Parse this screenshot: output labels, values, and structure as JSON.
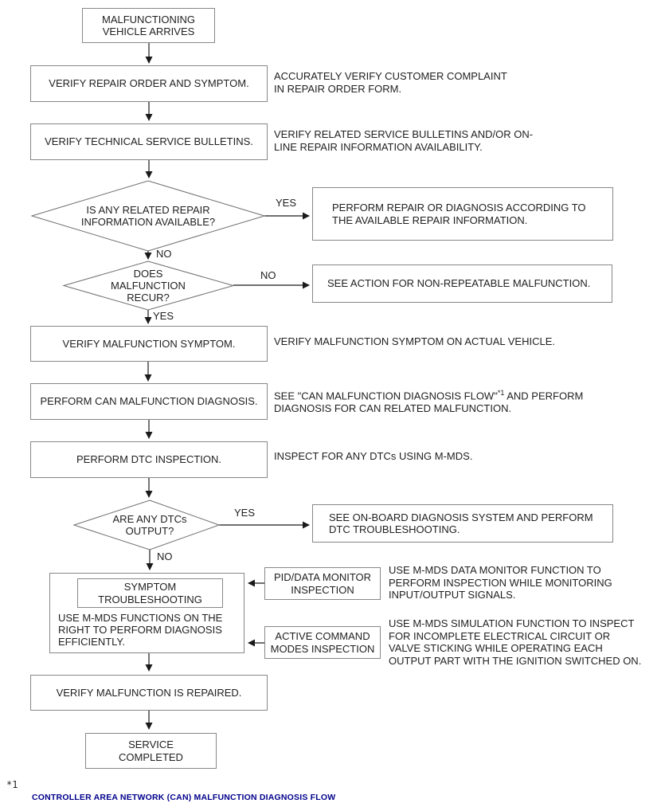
{
  "colors": {
    "title_blue": "#00008B",
    "box_border": "#878787",
    "line": "#1a1a1a",
    "text": "#1f1f1f"
  },
  "nodes": {
    "start": {
      "label": "MALFUNCTIONING\nVEHICLE ARRIVES"
    },
    "verify_repair_order": {
      "label": "VERIFY REPAIR ORDER AND SYMPTOM.",
      "note": "ACCURATELY VERIFY CUSTOMER COMPLAINT\nIN REPAIR ORDER FORM."
    },
    "verify_tsb": {
      "label": "VERIFY TECHNICAL SERVICE BULLETINS.",
      "note": "VERIFY RELATED SERVICE BULLETINS AND/OR ON-\nLINE REPAIR INFORMATION AVAILABILITY."
    },
    "decision_repair_info": {
      "label": "IS ANY RELATED REPAIR\nINFORMATION AVAILABLE?",
      "yes_label": "YES",
      "no_label": "NO"
    },
    "perform_repair": {
      "label": "PERFORM REPAIR OR DIAGNOSIS ACCORDING TO\nTHE AVAILABLE REPAIR INFORMATION."
    },
    "decision_recur": {
      "label": "DOES\nMALFUNCTION\nRECUR?",
      "yes_label": "YES",
      "no_label": "NO"
    },
    "non_repeatable": {
      "label": "SEE ACTION FOR NON-REPEATABLE MALFUNCTION."
    },
    "verify_symptom": {
      "label": "VERIFY MALFUNCTION SYMPTOM.",
      "note": "VERIFY MALFUNCTION SYMPTOM ON ACTUAL VEHICLE."
    },
    "can_diagnosis": {
      "label": "PERFORM CAN MALFUNCTION DIAGNOSIS.",
      "note_prefix": "SEE \"CAN MALFUNCTION DIAGNOSIS FLOW\"",
      "note_sup": "*1",
      "note_suffix": " AND PERFORM\nDIAGNOSIS FOR CAN RELATED MALFUNCTION."
    },
    "dtc_inspection": {
      "label": "PERFORM DTC INSPECTION.",
      "note": "INSPECT FOR ANY DTCs USING M-MDS."
    },
    "decision_dtc": {
      "label": "ARE ANY DTCs\nOUTPUT?",
      "yes_label": "YES",
      "no_label": "NO"
    },
    "obd_troubleshooting": {
      "label": "SEE ON-BOARD DIAGNOSIS SYSTEM AND PERFORM\nDTC TROUBLESHOOTING."
    },
    "symptom_troubleshooting": {
      "title": "SYMPTOM\nTROUBLESHOOTING",
      "body": "USE M-MDS FUNCTIONS ON THE\nRIGHT TO PERFORM DIAGNOSIS\nEFFICIENTLY."
    },
    "pid_monitor": {
      "label": "PID/DATA MONITOR\nINSPECTION",
      "note": "USE M-MDS DATA MONITOR FUNCTION TO\nPERFORM INSPECTION WHILE MONITORING\nINPUT/OUTPUT SIGNALS."
    },
    "active_command": {
      "label": "ACTIVE COMMAND\nMODES INSPECTION",
      "note": "USE M-MDS SIMULATION FUNCTION TO INSPECT\nFOR INCOMPLETE ELECTRICAL CIRCUIT OR\nVALVE STICKING WHILE OPERATING EACH\nOUTPUT PART WITH THE IGNITION SWITCHED ON."
    },
    "verify_repaired": {
      "label": "VERIFY MALFUNCTION IS REPAIRED."
    },
    "end": {
      "label": "SERVICE\nCOMPLETED"
    }
  },
  "footnote": {
    "marker": "*1",
    "title": "CONTROLLER AREA NETWORK (CAN) MALFUNCTION DIAGNOSIS FLOW"
  }
}
